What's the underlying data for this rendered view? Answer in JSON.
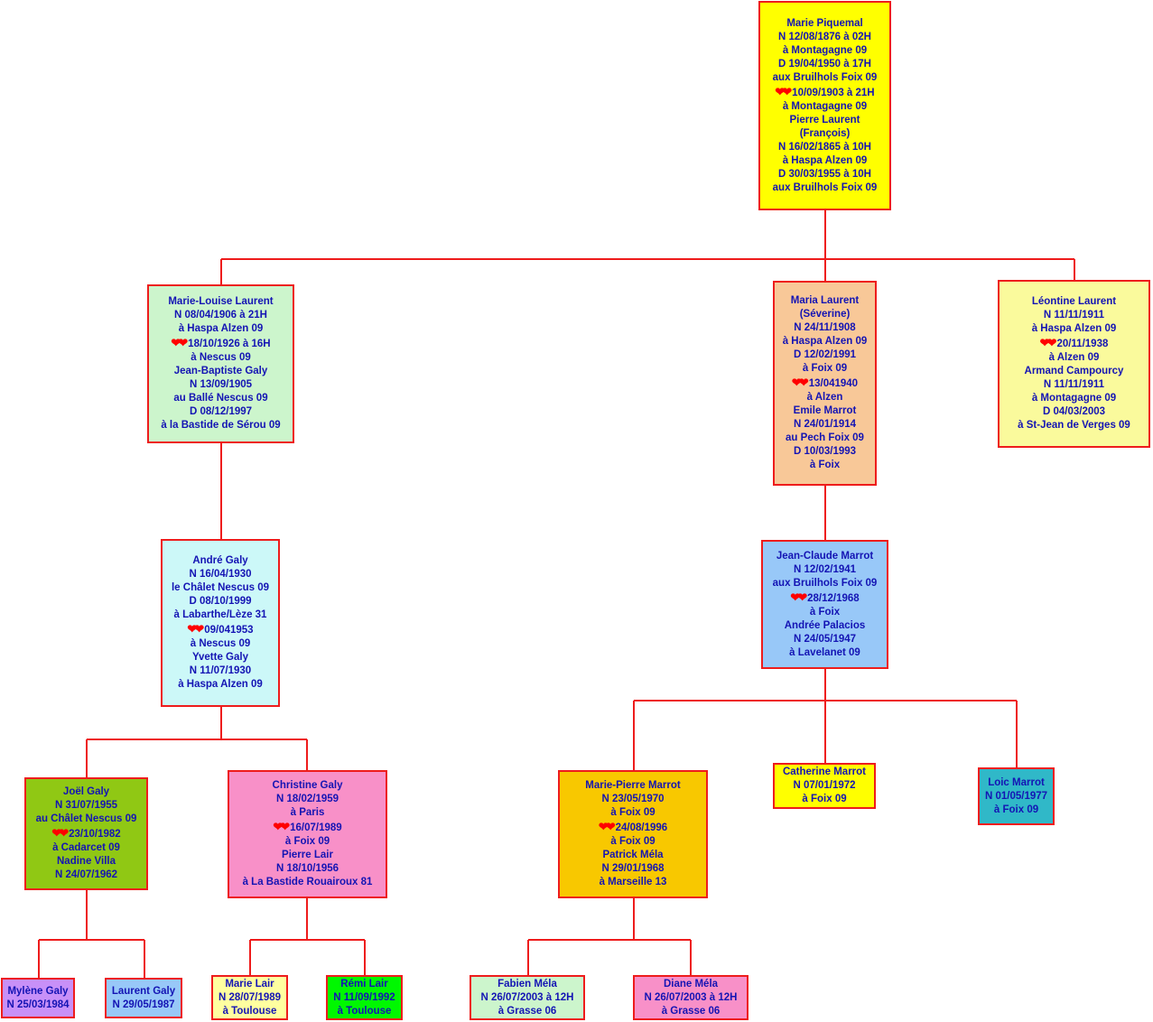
{
  "colors": {
    "connector": "#ee1c1c",
    "text": "#1414b4",
    "heart": "#ff0000"
  },
  "nodes": [
    {
      "id": "marie-piquemal",
      "bg": "#ffff00",
      "lines": [
        {
          "text": "Marie Piquemal"
        },
        {
          "text": "N 12/08/1876 à 02H"
        },
        {
          "text": "à Montagagne 09"
        },
        {
          "text": "D 19/04/1950 à 17H"
        },
        {
          "text": "aux Bruilhols Foix 09"
        },
        {
          "text": "10/09/1903 à 21H",
          "heart": true
        },
        {
          "text": "à Montagagne 09"
        },
        {
          "text": "Pierre Laurent"
        },
        {
          "text": "(François)"
        },
        {
          "text": "N 16/02/1865 à 10H"
        },
        {
          "text": "à Haspa Alzen 09"
        },
        {
          "text": "D 30/03/1955 à 10H"
        },
        {
          "text": "aux Bruilhols Foix 09"
        }
      ]
    },
    {
      "id": "marie-louise-laurent",
      "bg": "#ccf5cc",
      "lines": [
        {
          "text": "Marie-Louise Laurent"
        },
        {
          "text": "N 08/04/1906 à 21H"
        },
        {
          "text": "à Haspa Alzen 09"
        },
        {
          "text": "18/10/1926 à 16H",
          "heart": true
        },
        {
          "text": "à Nescus 09"
        },
        {
          "text": "Jean-Baptiste Galy"
        },
        {
          "text": "N 13/09/1905"
        },
        {
          "text": "au Ballé Nescus 09"
        },
        {
          "text": "D 08/12/1997"
        },
        {
          "text": "à la Bastide de Sérou 09"
        }
      ]
    },
    {
      "id": "maria-laurent",
      "bg": "#f8c898",
      "lines": [
        {
          "text": "Maria Laurent"
        },
        {
          "text": "(Séverine)"
        },
        {
          "text": "N 24/11/1908"
        },
        {
          "text": "à Haspa Alzen 09"
        },
        {
          "text": "D 12/02/1991"
        },
        {
          "text": "à Foix 09"
        },
        {
          "text": "13/041940",
          "heart": true
        },
        {
          "text": "à Alzen"
        },
        {
          "text": "Emile Marrot"
        },
        {
          "text": "N 24/01/1914"
        },
        {
          "text": "au Pech Foix 09"
        },
        {
          "text": "D 10/03/1993"
        },
        {
          "text": "à Foix"
        }
      ]
    },
    {
      "id": "leontine-laurent",
      "bg": "#fafa9c",
      "lines": [
        {
          "text": "Léontine Laurent"
        },
        {
          "text": "N 11/11/1911"
        },
        {
          "text": "à Haspa Alzen 09"
        },
        {
          "text": "20/11/1938",
          "heart": true
        },
        {
          "text": "à Alzen 09"
        },
        {
          "text": "Armand Campourcy"
        },
        {
          "text": "N 11/11/1911"
        },
        {
          "text": "à Montagagne 09"
        },
        {
          "text": "D 04/03/2003"
        },
        {
          "text": "à St-Jean de Verges 09"
        }
      ]
    },
    {
      "id": "andre-galy",
      "bg": "#ccf8f8",
      "lines": [
        {
          "text": "André Galy"
        },
        {
          "text": "N 16/04/1930"
        },
        {
          "text": "le Châlet Nescus 09"
        },
        {
          "text": "D 08/10/1999"
        },
        {
          "text": "à Labarthe/Lèze 31"
        },
        {
          "text": "09/041953",
          "heart": true
        },
        {
          "text": "à  Nescus 09"
        },
        {
          "text": "Yvette Galy"
        },
        {
          "text": "N 11/07/1930"
        },
        {
          "text": "à Haspa Alzen 09"
        }
      ]
    },
    {
      "id": "jean-claude-marrot",
      "bg": "#98c8f8",
      "lines": [
        {
          "text": "Jean-Claude Marrot"
        },
        {
          "text": "N 12/02/1941"
        },
        {
          "text": "aux Bruilhols Foix 09"
        },
        {
          "text": "28/12/1968",
          "heart": true
        },
        {
          "text": "à Foix"
        },
        {
          "text": "Andrée Palacios"
        },
        {
          "text": "N 24/05/1947"
        },
        {
          "text": "à Lavelanet 09"
        }
      ]
    },
    {
      "id": "joel-galy",
      "bg": "#90c814",
      "lines": [
        {
          "text": "Joël Galy"
        },
        {
          "text": "N 31/07/1955"
        },
        {
          "text": "au Châlet Nescus 09"
        },
        {
          "text": "23/10/1982",
          "heart": true
        },
        {
          "text": "à Cadarcet 09"
        },
        {
          "text": "Nadine Villa"
        },
        {
          "text": "N 24/07/1962"
        }
      ]
    },
    {
      "id": "christine-galy",
      "bg": "#f890c8",
      "lines": [
        {
          "text": "Christine Galy"
        },
        {
          "text": "N 18/02/1959"
        },
        {
          "text": "à Paris"
        },
        {
          "text": "16/07/1989",
          "heart": true
        },
        {
          "text": "à Foix 09"
        },
        {
          "text": "Pierre Lair"
        },
        {
          "text": "N 18/10/1956"
        },
        {
          "text": "à La Bastide Rouairoux 81"
        }
      ]
    },
    {
      "id": "marie-pierre-marrot",
      "bg": "#f8c800",
      "lines": [
        {
          "text": "Marie-Pierre Marrot"
        },
        {
          "text": "N 23/05/1970"
        },
        {
          "text": "à Foix 09"
        },
        {
          "text": "24/08/1996",
          "heart": true
        },
        {
          "text": "à Foix 09"
        },
        {
          "text": "Patrick Méla"
        },
        {
          "text": "N 29/01/1968"
        },
        {
          "text": "à Marseille 13"
        }
      ]
    },
    {
      "id": "catherine-marrot",
      "bg": "#ffff00",
      "lines": [
        {
          "text": "Catherine Marrot"
        },
        {
          "text": "N 07/01/1972"
        },
        {
          "text": "à Foix 09"
        }
      ]
    },
    {
      "id": "loic-marrot",
      "bg": "#30b8c8",
      "lines": [
        {
          "text": "Loic Marrot"
        },
        {
          "text": "N 01/05/1977"
        },
        {
          "text": "à Foix 09"
        }
      ]
    },
    {
      "id": "mylene-galy",
      "bg": "#c890f8",
      "lines": [
        {
          "text": "Mylène Galy"
        },
        {
          "text": "N 25/03/1984"
        }
      ]
    },
    {
      "id": "laurent-galy",
      "bg": "#98c8f8",
      "lines": [
        {
          "text": "Laurent Galy"
        },
        {
          "text": "N 29/05/1987"
        }
      ]
    },
    {
      "id": "marie-lair",
      "bg": "#ffffa0",
      "lines": [
        {
          "text": "Marie Lair"
        },
        {
          "text": "N 28/07/1989"
        },
        {
          "text": "à Toulouse"
        }
      ]
    },
    {
      "id": "remi-lair",
      "bg": "#00f800",
      "lines": [
        {
          "text": "Rémi Lair"
        },
        {
          "text": "N 11/09/1992"
        },
        {
          "text": "à Toulouse"
        }
      ]
    },
    {
      "id": "fabien-mela",
      "bg": "#ccf5cc",
      "lines": [
        {
          "text": "Fabien Méla"
        },
        {
          "text": "N 26/07/2003 à 12H"
        },
        {
          "text": "à Grasse 06"
        }
      ]
    },
    {
      "id": "diane-mela",
      "bg": "#f890c8",
      "lines": [
        {
          "text": "Diane Méla"
        },
        {
          "text": "N 26/07/2003 à 12H"
        },
        {
          "text": "à Grasse 06"
        }
      ]
    }
  ]
}
